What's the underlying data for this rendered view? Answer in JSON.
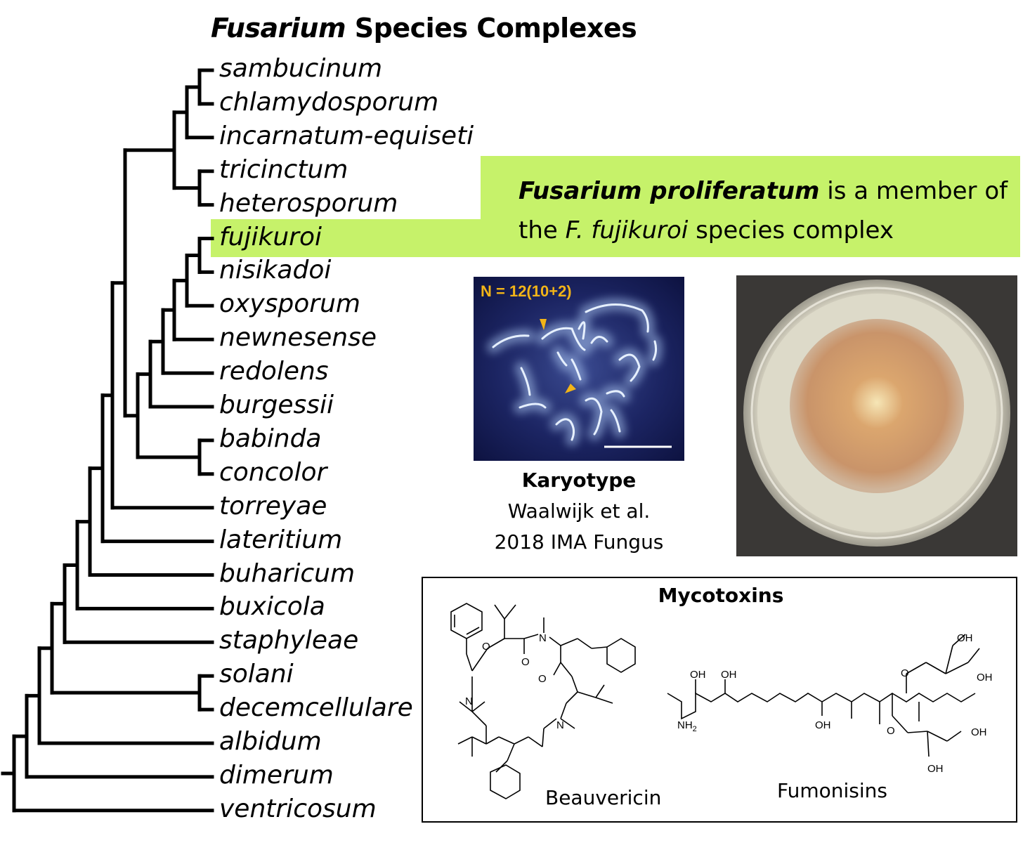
{
  "title": {
    "genus": "Fusarium",
    "rest": "Species Complexes"
  },
  "taxa": [
    "sambucinum",
    "chlamydosporum",
    "incarnatum-equiseti",
    "tricinctum",
    "heterosporum",
    "fujikuroi",
    "nisikadoi",
    "oxysporum",
    "newnesense",
    "redolens",
    "burgessii",
    "babinda",
    "concolor",
    "torreyae",
    "lateritium",
    "buharicum",
    "buxicola",
    "staphyleae",
    "solani",
    "decemcellulare",
    "albidum",
    "dimerum",
    "ventricosum"
  ],
  "highlight_taxon": "fujikuroi",
  "callout": {
    "bold_part": "Fusarium proliferatum",
    "text1": " is a member of the ",
    "italic_part": "F. fujikuroi",
    "text2": " species complex"
  },
  "karyotype": {
    "image_label": "N = 12(10+2)",
    "caption_title": "Karyotype",
    "caption_line1": "Waalwijk et al.",
    "caption_line2": "2018 IMA Fungus"
  },
  "mycotoxins": {
    "title": "Mycotoxins",
    "molecule1": "Beauvericin",
    "molecule2": "Fumonisins",
    "atoms": {
      "oh": "OH",
      "nh2": "NH",
      "nh2_sub": "2",
      "o": "O",
      "n": "N"
    }
  },
  "colors": {
    "highlight": "#c6f26a",
    "karyotype_label": "#f2b418",
    "colony": "#c9946a"
  }
}
